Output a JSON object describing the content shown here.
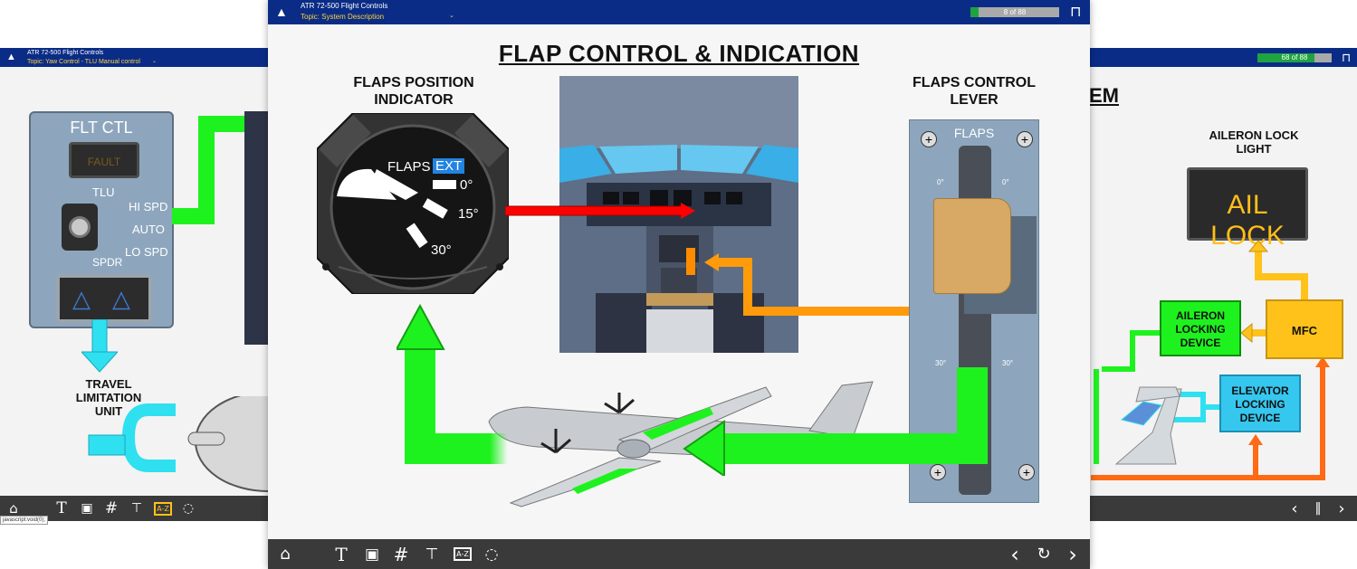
{
  "left_panel": {
    "app_title": "ATR 72-500 Flight Controls",
    "topic": "Topic: Yaw Control - TLU Manual control",
    "flt_ctl_title": "FLT CTL",
    "fault_label": "FAULT",
    "tlu_label": "TLU",
    "hi_spd": "HI SPD",
    "auto": "AUTO",
    "lo_spd": "LO SPD",
    "spdr": "SPDR",
    "travel_limitation_unit": [
      "TRAVEL",
      "LIMITATION",
      "UNIT"
    ],
    "tooltip": "javascript:void(0);",
    "nav_icons": [
      "home-icon",
      "text-icon",
      "video-icon",
      "hash-icon",
      "network-icon",
      "glossary-icon",
      "comment-icon"
    ]
  },
  "main_panel": {
    "app_title": "ATR 72-500 Flight Controls",
    "topic": "Topic: System Description",
    "progress": {
      "label": "8 of 88",
      "value": 0.09
    },
    "title": "FLAP CONTROL & INDICATION",
    "indicator_heading": [
      "FLAPS POSITION",
      "INDICATOR"
    ],
    "lever_heading": [
      "FLAPS CONTROL",
      "LEVER"
    ],
    "indicator": {
      "flaps": "FLAPS",
      "ext": "EXT",
      "zero": "0°",
      "fifteen": "15°",
      "thirty": "30°"
    },
    "lever": {
      "flaps": "FLAPS",
      "zero_left": "0°",
      "zero_right": "0°",
      "thirty_left": "30°",
      "thirty_right": "30°"
    },
    "colors": {
      "accent_green": "#1ef21e",
      "accent_red": "#ff0000",
      "accent_orange": "#ff9a0a",
      "topbar": "#0a2c86"
    }
  },
  "right_panel": {
    "progress": {
      "label": "68 of 88",
      "value": 0.77
    },
    "title_fragment": "EM",
    "aileron_lock_light": [
      "AILERON LOCK",
      "LIGHT"
    ],
    "ail_lock": "AIL LOCK",
    "aileron_locking_device": [
      "AILERON",
      "LOCKING",
      "DEVICE"
    ],
    "mfc": "MFC",
    "elevator_locking_device": [
      "ELEVATOR",
      "LOCKING",
      "DEVICE"
    ]
  }
}
